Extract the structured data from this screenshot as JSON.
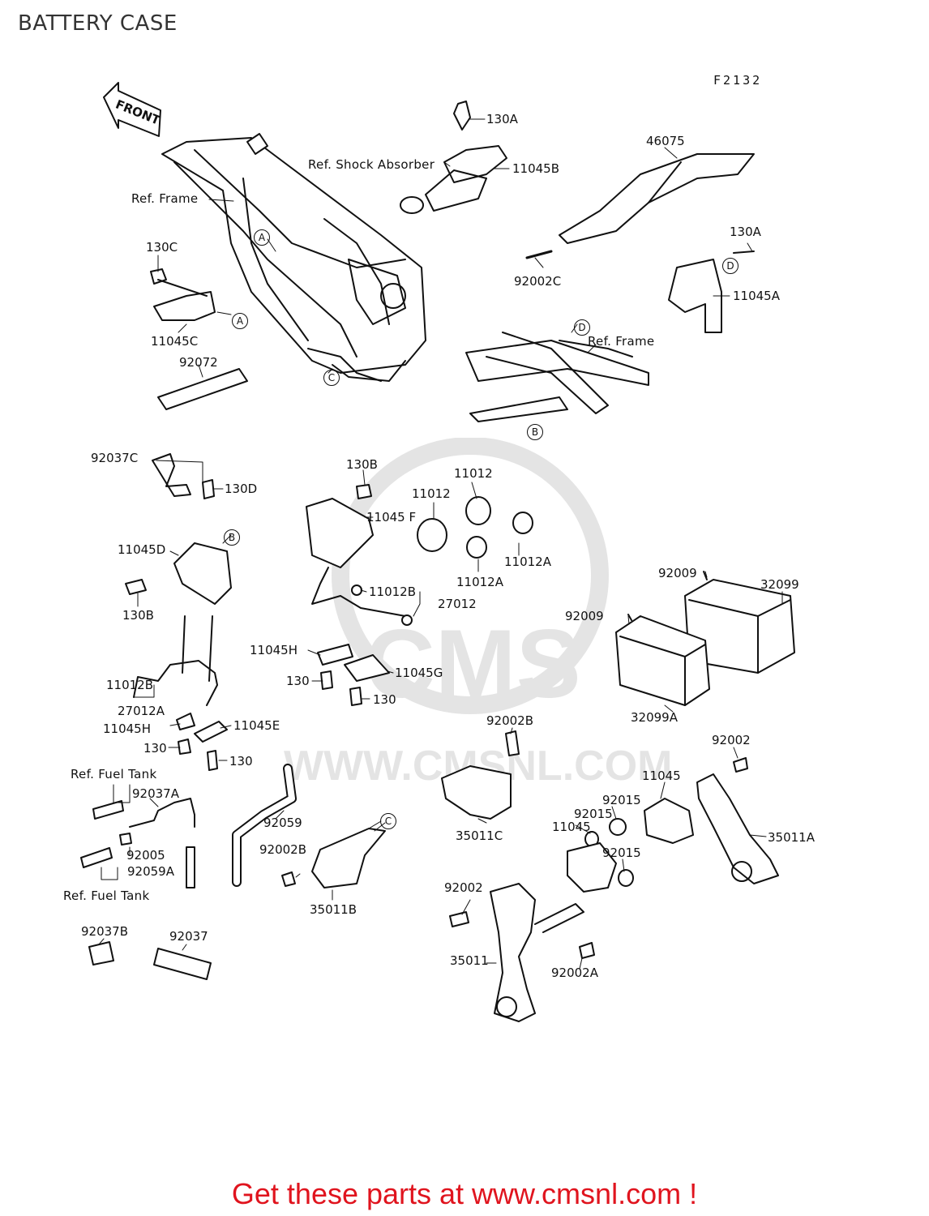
{
  "title": "BATTERY CASE",
  "figure_code": "F2132",
  "front_label": "FRONT",
  "footer": "Get these parts at www.cmsnl.com !",
  "watermark": {
    "logo_text": "CMS",
    "url": "WWW.CMSNL.COM"
  },
  "refs": {
    "frame_1": "Ref. Frame",
    "frame_2": "Ref. Frame",
    "shock": "Ref. Shock Absorber",
    "fuel_tank_1": "Ref. Fuel Tank",
    "fuel_tank_2": "Ref. Fuel Tank"
  },
  "markers": {
    "a1": "A",
    "a2": "A",
    "b1": "B",
    "b2": "B",
    "c1": "C",
    "c2": "C",
    "d1": "D",
    "d2": "D"
  },
  "parts": {
    "p130A_1": "130A",
    "p11045B": "11045B",
    "p46075": "46075",
    "p130A_2": "130A",
    "p92002C": "92002C",
    "p11045A": "11045A",
    "p130C": "130C",
    "p11045C": "11045C",
    "p92072": "92072",
    "p92037C": "92037C",
    "p130D": "130D",
    "p130B_1": "130B",
    "p11045F": "11045 F",
    "p11012_1": "11012",
    "p11012_2": "11012",
    "p11012A_1": "11012A",
    "p11012A_2": "11012A",
    "p11045D": "11045D",
    "p130B_2": "130B",
    "p11012B_1": "11012B",
    "p27012": "27012",
    "p92009_1": "92009",
    "p32099": "32099",
    "p92009_2": "92009",
    "p11045H_1": "11045H",
    "p11045G": "11045G",
    "p130_1": "130",
    "p130_2": "130",
    "p11012B_2": "11012B",
    "p27012A": "27012A",
    "p11045H_2": "11045H",
    "p11045E": "11045E",
    "p130_3": "130",
    "p130_4": "130",
    "p32099A": "32099A",
    "p92002B_1": "92002B",
    "p92002_1": "92002",
    "p11045_1": "11045",
    "p92015_1": "92015",
    "p92015_2": "92015",
    "p11045_2": "11045",
    "p35011A": "35011A",
    "p92015_3": "92015",
    "p92037A": "92037A",
    "p92059": "92059",
    "p92005": "92005",
    "p92059A": "92059A",
    "p92002B_2": "92002B",
    "p35011C": "35011C",
    "p35011B": "35011B",
    "p92002_2": "92002",
    "p92037B": "92037B",
    "p92037": "92037",
    "p35011": "35011",
    "p92002A": "92002A"
  }
}
